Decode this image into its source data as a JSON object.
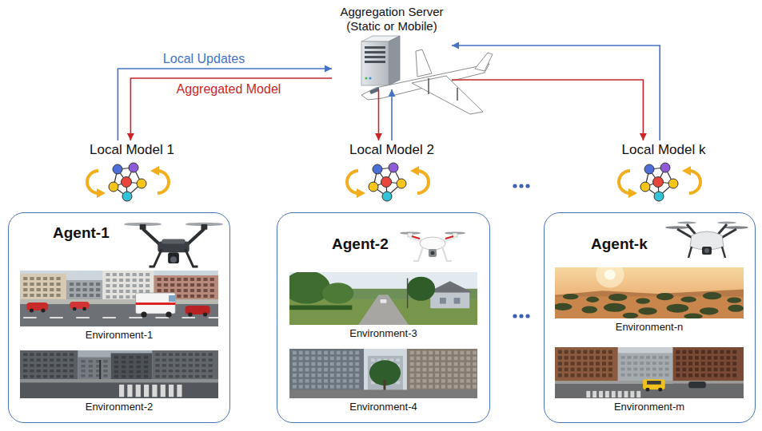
{
  "diagram": {
    "nodes": [
      {
        "text": [
          "Aggregation Server (Static or Mobile)"
        ]
      },
      {
        "text": [
          "Local Model 1"
        ]
      },
      {
        "text": [
          "Local Model 2"
        ]
      },
      {
        "text": [
          "Local Model k"
        ]
      },
      {
        "text": [
          "Agent-1"
        ]
      },
      {
        "text": [
          "Environment-1"
        ],
        "in": 4
      },
      {
        "text": [
          "Environment-2"
        ],
        "in": 4
      },
      {
        "text": [
          "Agent-2"
        ]
      },
      {
        "text": [
          "Environment-3"
        ],
        "in": 7
      },
      {
        "text": [
          "Environment-4"
        ],
        "in": 7
      },
      {
        "text": [
          "Agent-k"
        ]
      },
      {
        "text": [
          "Environment-n"
        ],
        "in": 10
      },
      {
        "text": [
          "Environment-m"
        ],
        "in": 10
      }
    ],
    "edges": [
      {
        "from": 1,
        "to": 0,
        "arrow": "to",
        "label": "Local Updates"
      },
      {
        "from": 0,
        "to": 1,
        "arrow": "to",
        "label": "Aggregated Model"
      },
      {
        "from": 0,
        "to": 2,
        "arrow": "to"
      },
      {
        "from": 2,
        "to": 0,
        "arrow": "to"
      },
      {
        "from": 3,
        "to": 0,
        "arrow": "to"
      },
      {
        "from": 0,
        "to": 3,
        "arrow": "to"
      }
    ]
  }
}
